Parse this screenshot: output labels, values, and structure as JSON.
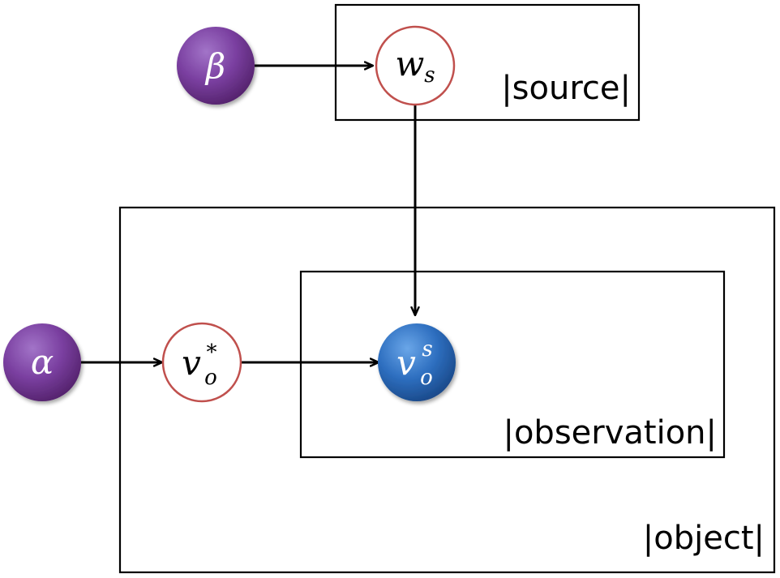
{
  "plates": {
    "source": {
      "label": "|source|"
    },
    "object": {
      "label": "|object|"
    },
    "observation": {
      "label": "|observation|"
    }
  },
  "nodes": {
    "beta": {
      "symbol": "β",
      "kind": "hyperparameter",
      "color": "#7a3fa0"
    },
    "w_s": {
      "symbol": "w",
      "subscript": "s",
      "kind": "latent",
      "border": "#c0504d"
    },
    "alpha": {
      "symbol": "α",
      "kind": "hyperparameter",
      "color": "#7a3fa0"
    },
    "v_star": {
      "symbol": "v",
      "subscript": "o",
      "superscript": "*",
      "kind": "latent",
      "border": "#c0504d"
    },
    "v_obs": {
      "symbol": "v",
      "subscript": "o",
      "superscript": "s",
      "kind": "observed",
      "color": "#2e6fc0"
    }
  },
  "edges": [
    {
      "from": "beta",
      "to": "w_s"
    },
    {
      "from": "w_s",
      "to": "v_obs"
    },
    {
      "from": "alpha",
      "to": "v_star"
    },
    {
      "from": "v_star",
      "to": "v_obs"
    }
  ]
}
